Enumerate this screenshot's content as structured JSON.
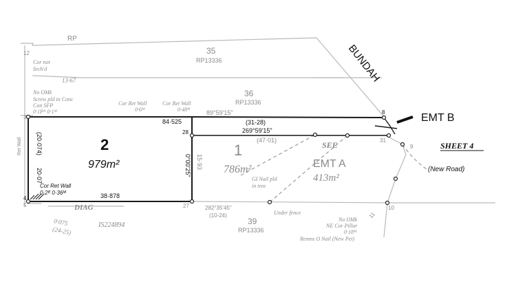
{
  "labels": {
    "rp_top": "RP",
    "lot35": "35",
    "lot35_plan": "RP13336",
    "lot36": "36",
    "lot36_plan": "RP13336",
    "lot39": "39",
    "lot39_plan": "RP13336",
    "lot2": "2",
    "lot2_area": "979m²",
    "lot1": "1",
    "lot1_area": "786m²",
    "emt_a": "EMT A",
    "emt_a_area": "413m²",
    "see": "SEE",
    "emt_b": "EMT B",
    "sheet4": "SHEET 4",
    "new_road": "(New Road)",
    "road": "BUNDAH",
    "diag": "DIAG",
    "is_plan": "IS224894"
  },
  "notes": {
    "cor_not_srch": "Cor not",
    "cor_not_srch2": "Srch'd",
    "no_omk": "No OMk",
    "screw": "Screw pld in Conc",
    "con_sfp": "Con SFP",
    "con_sfp_vals": "0·1Pᴺ 0·1ᴹ",
    "cor_ret_wall_a": "Cor Ret Wall",
    "cor_ret_wall_a_val": "0·6ᴹ",
    "cor_ret_wall_b": "Cor Ret Wall",
    "cor_ret_wall_b_val": "0·48ᴹ",
    "cor_ret_wall_c": "Cor Ret Wall",
    "cor_ret_wall_c_val": "0·2ᴱ 0·36ᴹ",
    "gi_nail": "GI Nail pld",
    "gi_nail2": "in tree",
    "under_fence": "Under fence",
    "no_omk_ne": "No OMk",
    "ne_cor_pillar": "NE Cor Pillar",
    "ne_cor_pillar_val": "0·18ᴹ",
    "remns": "Remns O Nail (New Pet)",
    "ret_wall_side": "Ret Wall"
  },
  "dims": {
    "d13_67": "13·67",
    "b89": "89°59'15\"",
    "d84_525": "84·525",
    "d31_28": "(31-28)",
    "b269": "269°59'15\"",
    "d47_01": "(47·01)",
    "d20_074": "(20·074)",
    "d20_07": "20·07",
    "d38_878": "38·878",
    "b0_00_25": "0°00'25\"",
    "d15_93": "15·93",
    "d282": "282°35'45\"",
    "d10_24": "(10-24)",
    "d0_075": "0·075",
    "d24_25": "(24-25)"
  },
  "stations": {
    "s8": "8",
    "s28": "28",
    "s31": "31",
    "s9": "9",
    "s4": "4",
    "s5": "5",
    "s27": "27",
    "s10": "10",
    "s3": "3",
    "s12": "12",
    "s11": "11"
  },
  "colors": {
    "boundary": "#1a1a1a",
    "background_lines": "#b9b9b9",
    "text_grey": "#8a8a8a"
  }
}
